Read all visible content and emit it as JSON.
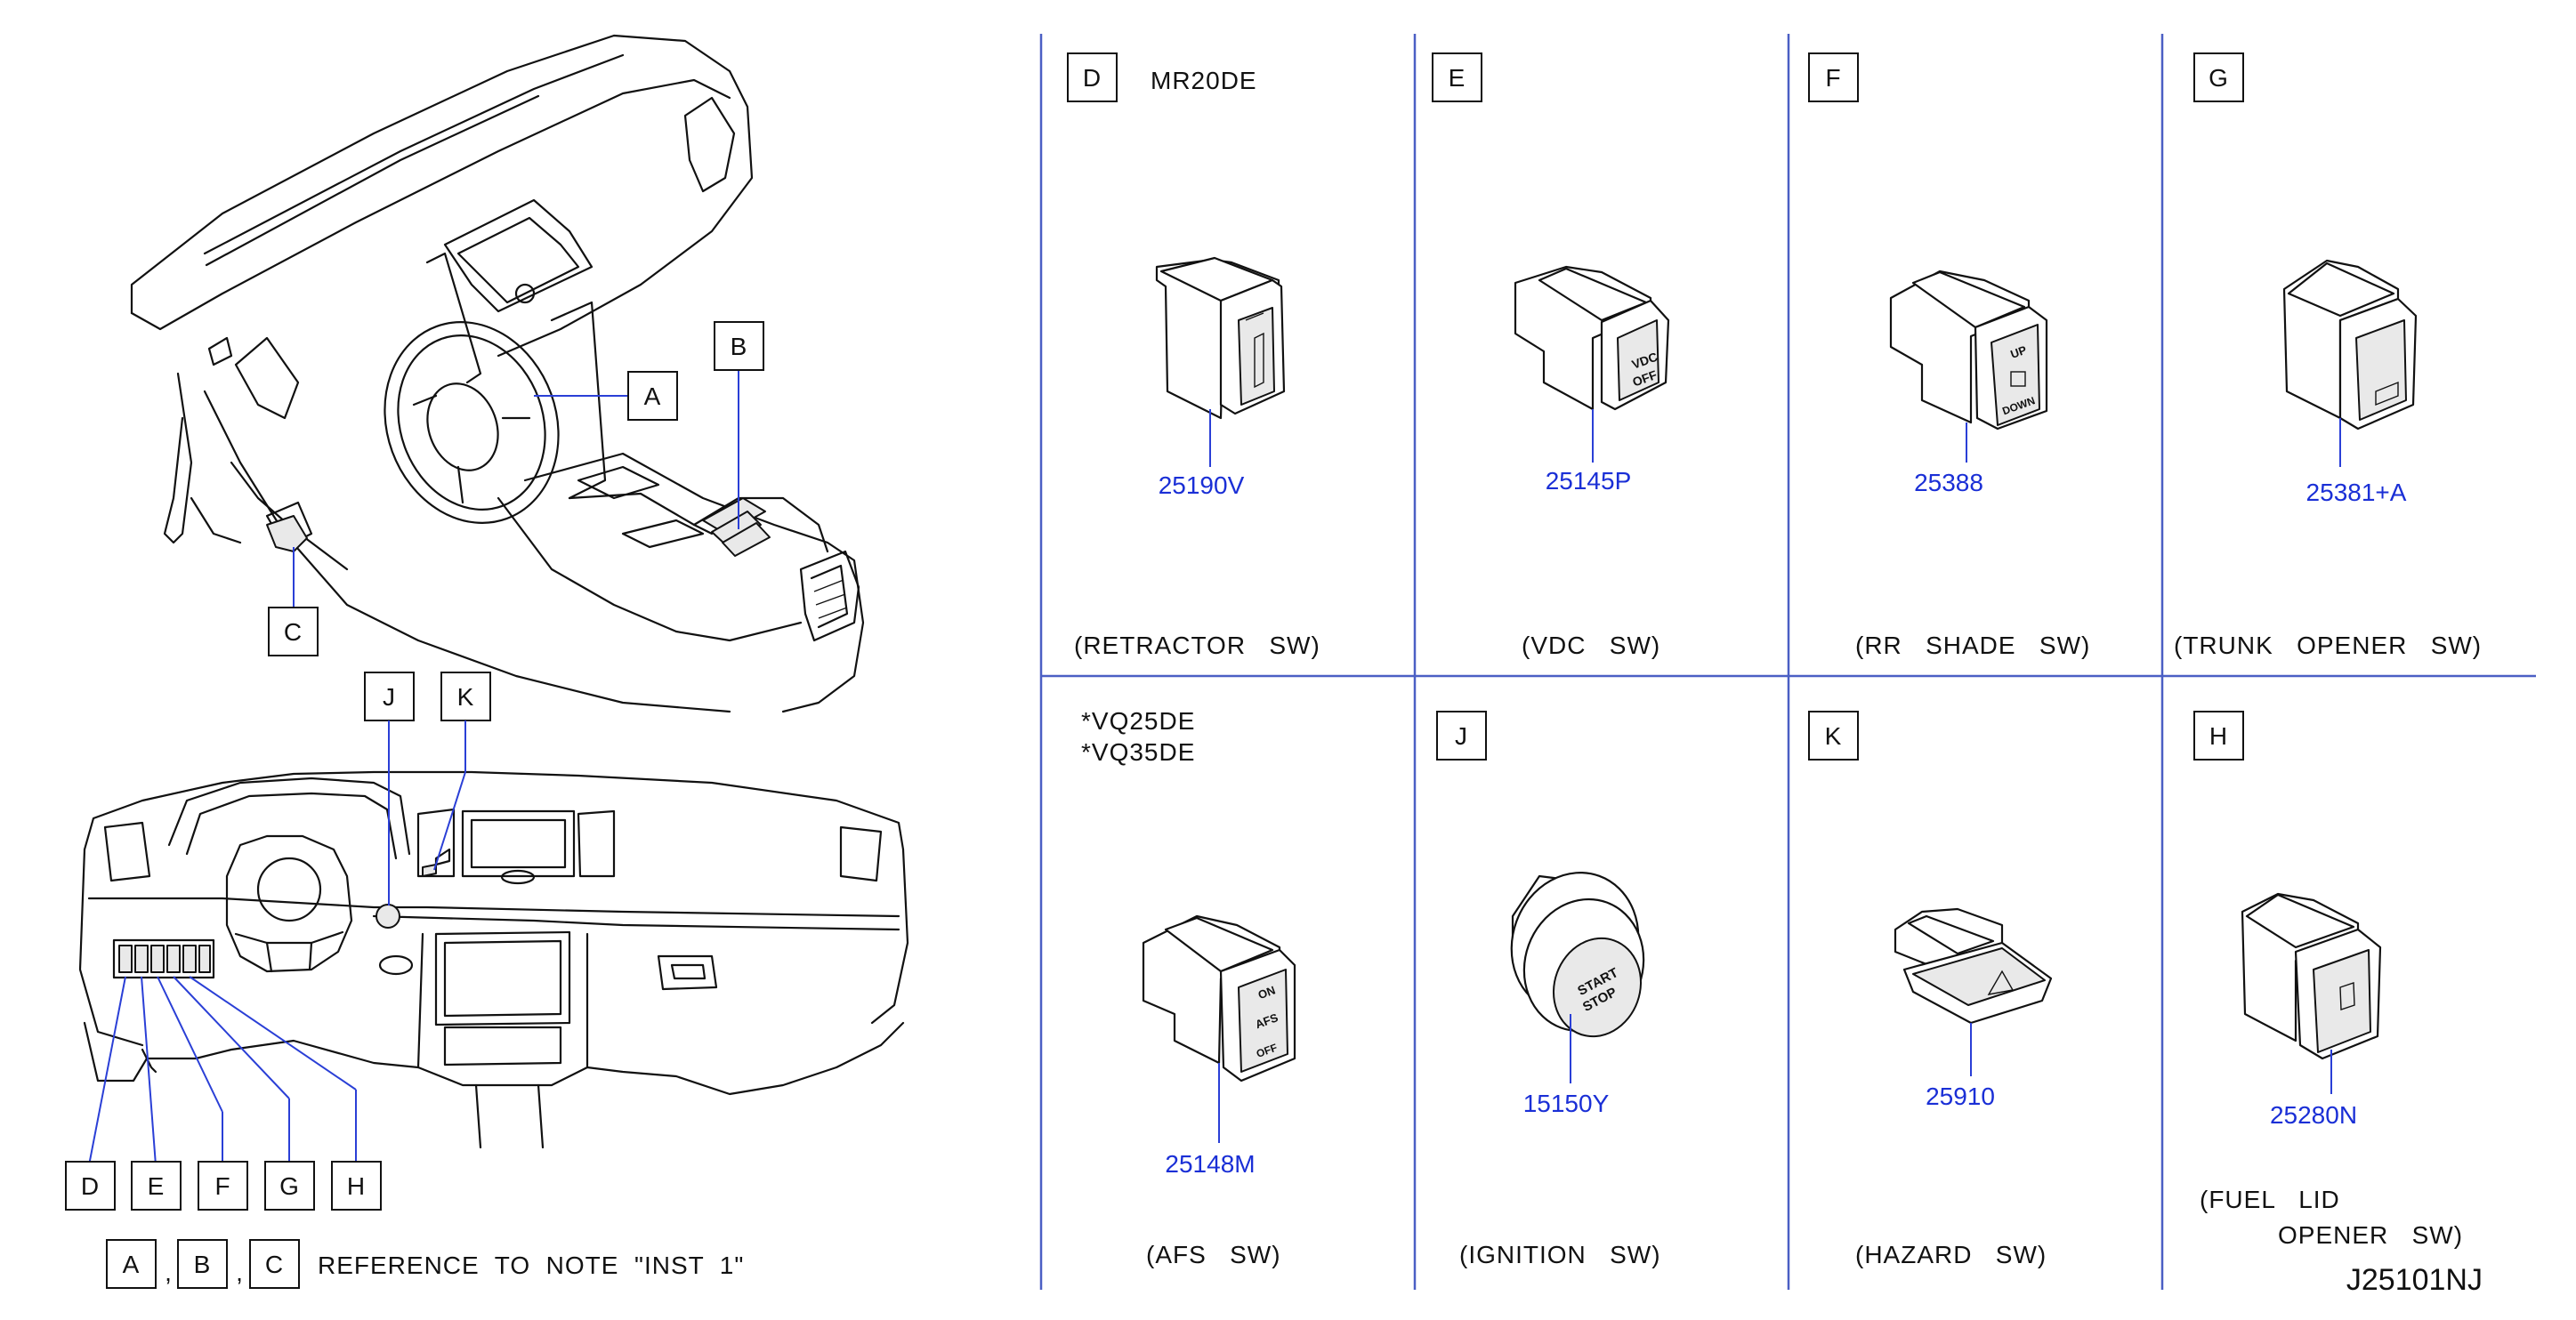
{
  "overview": {
    "callouts": [
      "A",
      "B",
      "C",
      "J",
      "K"
    ],
    "switch_row_callouts": [
      "D",
      "E",
      "F",
      "G",
      "H"
    ],
    "note": {
      "refs": [
        "A",
        "B",
        "C"
      ],
      "separator": ",",
      "text": "REFERENCE  TO  NOTE  \"INST  1\""
    }
  },
  "panels": [
    {
      "letter": "D",
      "engine": "MR20DE",
      "part_number": "25190V",
      "caption": "(RETRACTOR   SW)"
    },
    {
      "letter": "E",
      "part_number": "25145P",
      "caption": "(VDC   SW)",
      "face_text": [
        "VDC",
        "OFF"
      ]
    },
    {
      "letter": "F",
      "part_number": "25388",
      "caption": "(RR   SHADE   SW)",
      "face_text": [
        "UP",
        "DOWN"
      ]
    },
    {
      "letter": "G",
      "part_number": "25381+A",
      "caption": "(TRUNK   OPENER   SW)"
    },
    {
      "letter": "",
      "engine_lines": [
        "*VQ25DE",
        "*VQ35DE"
      ],
      "part_number": "25148M",
      "caption": "(AFS   SW)",
      "face_text": [
        "ON",
        "AFS",
        "OFF"
      ]
    },
    {
      "letter": "J",
      "part_number": "15150Y",
      "caption": "(IGNITION   SW)",
      "face_text": [
        "START",
        "STOP"
      ]
    },
    {
      "letter": "K",
      "part_number": "25910",
      "caption": "(HAZARD   SW)"
    },
    {
      "letter": "H",
      "part_number": "25280N",
      "caption_lines": [
        "(FUEL   LID",
        "OPENER   SW)"
      ]
    }
  ],
  "drawing_id": "J25101NJ"
}
